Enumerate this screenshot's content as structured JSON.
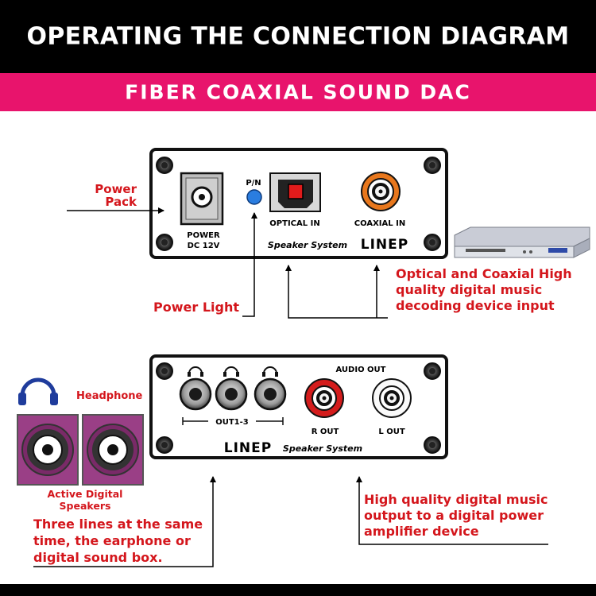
{
  "header": {
    "title": "OPERATING THE CONNECTION DIAGRAM",
    "subtitle": "FIBER COAXIAL SOUND DAC"
  },
  "top_panel": {
    "pn_label": "P/N",
    "power_label_line1": "POWER",
    "power_label_line2": "DC 12V",
    "optical_label": "OPTICAL IN",
    "coaxial_label": "COAXIAL IN",
    "brand_prefix": "Speaker System",
    "brand_logo": "LINEP"
  },
  "bottom_panel": {
    "audio_out_label": "AUDIO OUT",
    "out_label": "OUT1-3",
    "r_out_label": "R OUT",
    "l_out_label": "L OUT",
    "brand_logo": "LINEP",
    "brand_suffix": "Speaker System",
    "jack_icon_text": "((audio"
  },
  "annotations": {
    "power_pack_line1": "Power",
    "power_pack_line2": "Pack",
    "power_light": "Power Light",
    "input_note_line1": "Optical and Coaxial High",
    "input_note_line2": "quality digital music",
    "input_note_line3": "decoding device input",
    "headphone": "Headphone",
    "speakers_line1": "Active Digital",
    "speakers_line2": "Speakers",
    "out_note_line1": "Three lines at the same",
    "out_note_line2": "time, the earphone or",
    "out_note_line3": "digital sound box.",
    "amp_note_line1": "High quality digital music",
    "amp_note_line2": "output to a digital power",
    "amp_note_line3": "amplifier device"
  },
  "colors": {
    "title_band": "#000000",
    "subtitle_band": "#e8146c",
    "annotation_red": "#d4161c",
    "coaxial_orange": "#e8771c",
    "r_out_red": "#d41c1c",
    "speaker_purple": "#9a3f86",
    "headphone_blue": "#1f3c9c",
    "power_led_blue": "#2a7de0"
  }
}
